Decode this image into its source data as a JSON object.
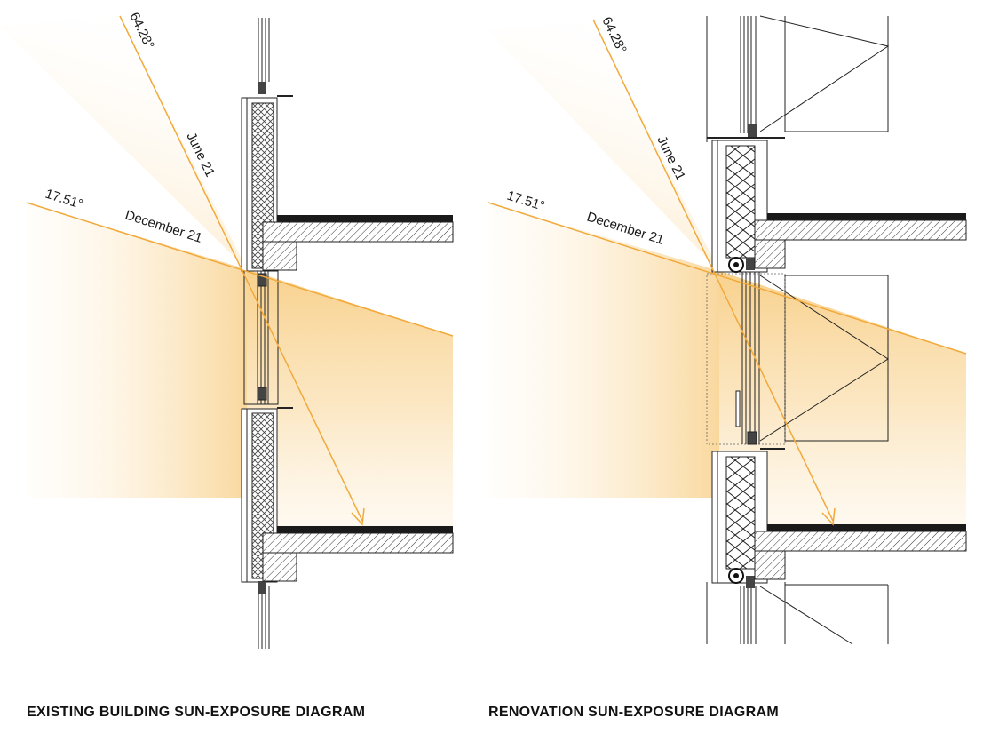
{
  "panels": [
    {
      "caption": "EXISTING BUILDING SUN-EXPOSURE DIAGRAM",
      "summer_angle": "64.28°",
      "winter_angle": "17.51°",
      "summer_date": "June 21",
      "winter_date": "December 21"
    },
    {
      "caption": "RENOVATION SUN-EXPOSURE DIAGRAM",
      "summer_angle": "64.28°",
      "winter_angle": "17.51°",
      "summer_date": "June 21",
      "winter_date": "December 21"
    }
  ],
  "colors": {
    "sunlight": "#f7c978",
    "sun_ray": "#f2a93b",
    "line": "#222222",
    "slab": "#1a1a1a"
  }
}
